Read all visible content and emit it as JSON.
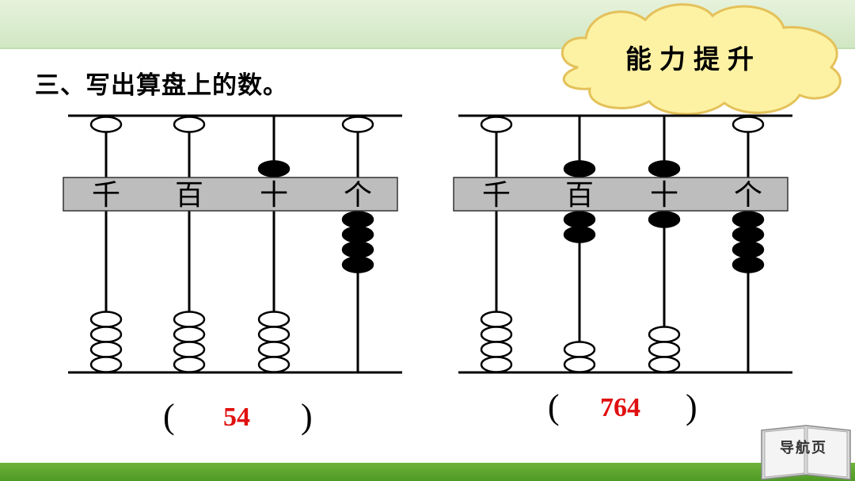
{
  "title": "三、写出算盘上的数。",
  "badge": "能力提升",
  "abacus_left": {
    "place_labels": [
      "千",
      "百",
      "十",
      "个"
    ],
    "upper_beads_active": [
      0,
      0,
      1,
      0
    ],
    "lower_beads_active": [
      0,
      0,
      0,
      4
    ],
    "answer": "54"
  },
  "abacus_right": {
    "place_labels": [
      "千",
      "百",
      "十",
      "个"
    ],
    "upper_beads_active": [
      0,
      1,
      1,
      0
    ],
    "lower_beads_active": [
      0,
      2,
      1,
      4
    ],
    "answer": "764"
  },
  "paren_open": "(",
  "paren_close": ")",
  "nav_label": "导航页"
}
